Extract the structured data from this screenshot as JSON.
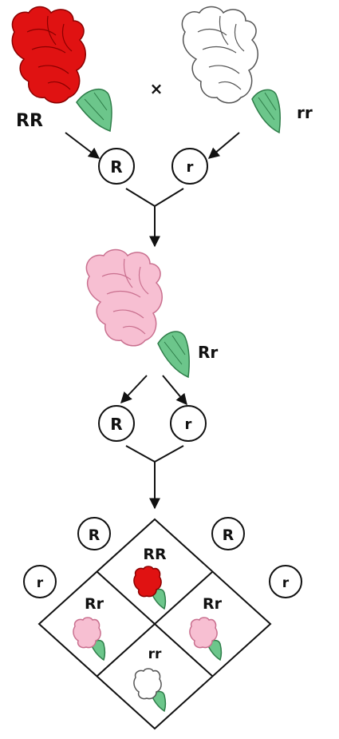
{
  "colors": {
    "red": "#e01212",
    "red_dark": "#8a0000",
    "white": "#ffffff",
    "white_stroke": "#555555",
    "pink": "#f7bfd2",
    "pink_stroke": "#c9708f",
    "sepal": "#6cc68b",
    "sepal_stroke": "#2e7d49",
    "ink": "#111111"
  },
  "parents": {
    "left_label": "RR",
    "right_label": "rr",
    "cross_symbol": "×",
    "gamete_left": "R",
    "gamete_right": "r"
  },
  "f1": {
    "label": "Rr",
    "gamete_left": "R",
    "gamete_right": "r"
  },
  "punnett": {
    "top_left_gamete": "R",
    "top_right_gamete": "R",
    "left_gamete": "r",
    "right_gamete": "r",
    "cells": {
      "top": "RR",
      "left": "Rr",
      "right": "Rr",
      "bottom": "rr"
    }
  }
}
